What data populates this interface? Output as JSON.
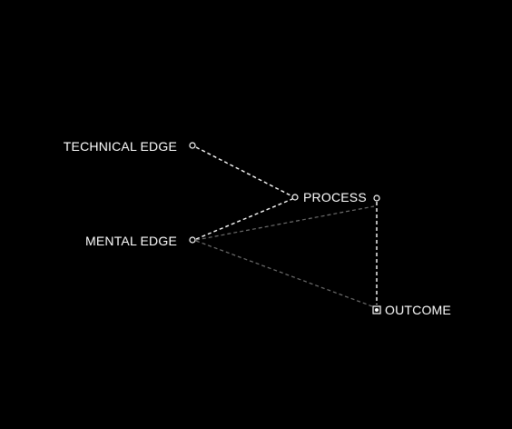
{
  "nodes": {
    "technical_edge": {
      "label": "TECHNICAL EDGE"
    },
    "mental_edge": {
      "label": "MENTAL EDGE"
    },
    "process": {
      "label": "PROCESS"
    },
    "outcome": {
      "label": "OUTCOME"
    }
  },
  "edges": [
    {
      "from": "technical_edge",
      "to": "process_in",
      "style": "dashed-bright"
    },
    {
      "from": "mental_edge",
      "to": "process_in",
      "style": "dashed-bright"
    },
    {
      "from": "mental_edge",
      "to": "process_out",
      "style": "dashed-dim"
    },
    {
      "from": "mental_edge",
      "to": "outcome",
      "style": "dashed-dim"
    },
    {
      "from": "process_out",
      "to": "outcome",
      "style": "dashed-bright"
    }
  ],
  "colors": {
    "background": "#000000",
    "text": "#ffffff",
    "bright_line": "#ffffff",
    "dim_line": "#6e6e6e"
  },
  "icons": {
    "port": "hollow-circle",
    "outcome_marker": "square-with-dot"
  }
}
